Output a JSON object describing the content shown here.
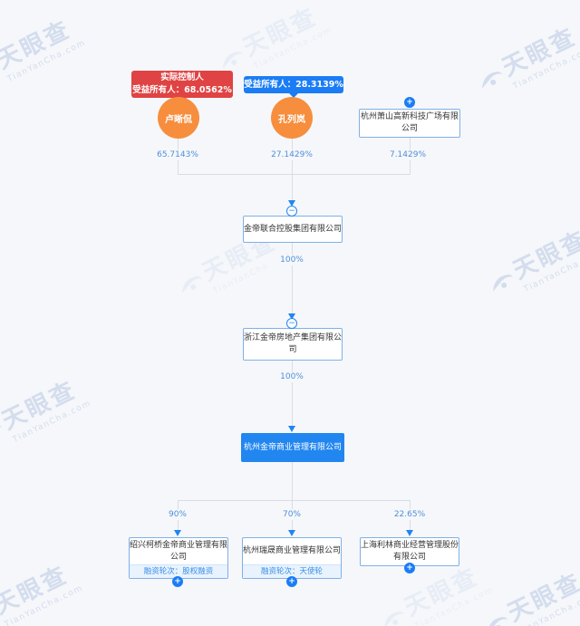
{
  "watermark": {
    "zh": "天眼查",
    "en": "TianYanCha.com"
  },
  "icons": {
    "plus": "+",
    "minus": "−"
  },
  "colors": {
    "accent_blue": "#2186f0",
    "badge_red": "#e04343",
    "badge_blue": "#1b7df5",
    "person_orange": "#f68e3e",
    "pct_text": "#4e8fdb",
    "box_border": "#7fb0e8"
  },
  "badges": {
    "controller": {
      "line1": "实际控制人",
      "line2": "受益所有人：68.0562%"
    },
    "beneficiary": {
      "text": "受益所有人：28.3139%"
    }
  },
  "persons": [
    {
      "name": "卢晰侃",
      "share": "65.7143%"
    },
    {
      "name": "孔列岚",
      "share": "27.1429%"
    }
  ],
  "top_company": {
    "name": "杭州萧山高新科技广场有限公司",
    "share": "7.1429%"
  },
  "chain": [
    {
      "name": "金帝联合控股集团有限公司",
      "share_down": "100%"
    },
    {
      "name": "浙江金帝房地产集团有限公司",
      "share_down": "100%"
    }
  ],
  "focus": {
    "name": "杭州金帝商业管理有限公司"
  },
  "subs": [
    {
      "name": "绍兴柯桥金帝商业管理有限公司",
      "share": "90%",
      "funding": "融资轮次：股权融资"
    },
    {
      "name": "杭州瑞晟商业管理有限公司",
      "share": "70%",
      "funding": "融资轮次：天使轮"
    },
    {
      "name": "上海利林商业经营管理股份有限公司",
      "share": "22.65%"
    }
  ]
}
